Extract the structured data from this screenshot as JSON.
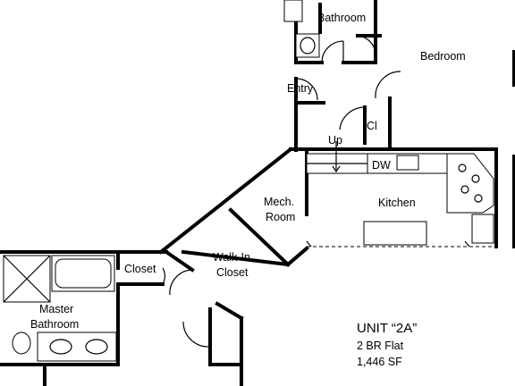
{
  "rooms": {
    "bathroom": "Bathroom",
    "bedroom": "Bedroom",
    "entry": "Entry",
    "closet_small": "Cl",
    "up": "Up",
    "dishwasher": "DW",
    "kitchen": "Kitchen",
    "mech_1": "Mech.",
    "mech_2": "Room",
    "walkin_1": "Walk-In",
    "walkin_2": "Closet",
    "closet": "Closet",
    "master_1": "Master",
    "master_2": "Bathroom"
  },
  "unit": {
    "title": "UNIT “2A”",
    "type": "2 BR Flat",
    "area": "1,446 SF"
  }
}
